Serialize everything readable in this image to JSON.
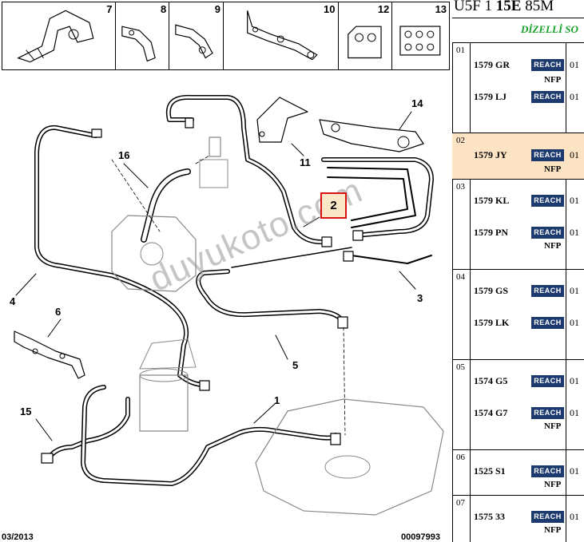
{
  "thumbs": [
    "7",
    "8",
    "9",
    "10",
    "12",
    "13"
  ],
  "callouts": {
    "c1": "1",
    "c2": "2",
    "c3": "3",
    "c4": "4",
    "c5": "5",
    "c6": "6",
    "c11": "11",
    "c14": "14",
    "c15": "15",
    "c16": "16"
  },
  "footer": {
    "left": "03/2013",
    "right": "00097993"
  },
  "watermark": "duyukoto.com",
  "panel": {
    "title_prefix": "U5F 1 ",
    "title_bold": "15E",
    "title_suffix": " 85M",
    "subtitle": "DİZELLİ SO",
    "reach_label": "REACH",
    "nfp_label": "NFP",
    "groups": [
      {
        "no": "01",
        "rows": [
          {
            "part": "1579 GR",
            "qty": "01"
          },
          {
            "part": "1579 LJ",
            "qty": "01"
          }
        ]
      },
      {
        "no": "02",
        "rows": [
          {
            "part": "1579 JY",
            "qty": "01"
          }
        ]
      },
      {
        "no": "03",
        "rows": [
          {
            "part": "1579 KL",
            "qty": "01"
          },
          {
            "part": "1579 PN",
            "qty": "01"
          }
        ]
      },
      {
        "no": "04",
        "rows": [
          {
            "part": "1579 GS",
            "qty": "01"
          },
          {
            "part": "1579 LK",
            "qty": "01"
          }
        ]
      },
      {
        "no": "05",
        "rows": [
          {
            "part": "1574 G5",
            "qty": "01"
          },
          {
            "part": "1574 G7",
            "qty": "01"
          }
        ]
      },
      {
        "no": "06",
        "rows": [
          {
            "part": "1525 S1",
            "qty": "01"
          }
        ]
      },
      {
        "no": "07",
        "rows": [
          {
            "part": "1575 33",
            "qty": "01"
          }
        ]
      }
    ]
  }
}
